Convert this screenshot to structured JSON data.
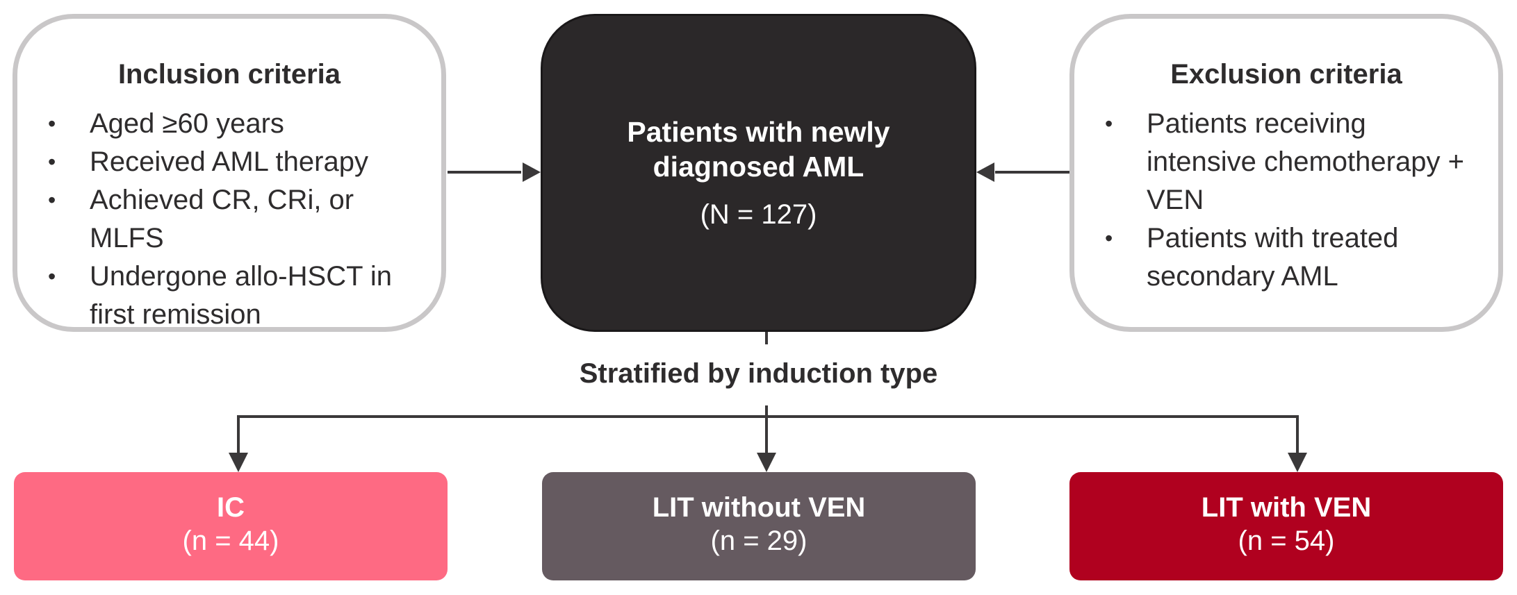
{
  "inclusion": {
    "title": "Inclusion criteria",
    "items": [
      "Aged ≥60 years",
      "Received AML therapy",
      "Achieved CR, CRi, or MLFS",
      "Undergone allo-HSCT in first remission"
    ]
  },
  "patients": {
    "title": "Patients with newly diagnosed AML",
    "count": "(N = 127)"
  },
  "exclusion": {
    "title": "Exclusion criteria",
    "items": [
      "Patients receiving intensive chemotherapy + VEN",
      "Patients with treated secondary AML"
    ]
  },
  "stratified_label": "Stratified by induction type",
  "groups": [
    {
      "name": "IC",
      "count": "(n = 44)",
      "color": "#fe6a83"
    },
    {
      "name": "LIT without VEN",
      "count": "(n = 29)",
      "color": "#655a60"
    },
    {
      "name": "LIT with VEN",
      "count": "(n = 54)",
      "color": "#b0011f"
    }
  ],
  "colors": {
    "criteria_border": "#c9c7c8",
    "center_box": "#2b2829",
    "arrows": "#3a3839"
  }
}
